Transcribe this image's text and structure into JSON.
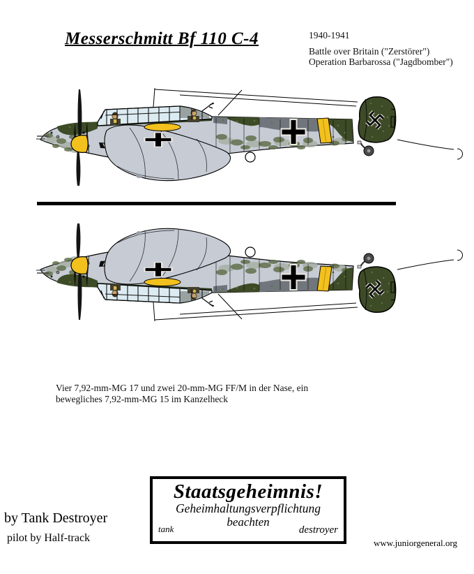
{
  "header": {
    "title": "Messerschmitt Bf 110 C-4",
    "period": "1940-1941",
    "campaigns": [
      "Battle over Britain (\"Zerstörer\")",
      "Operation Barbarossa (\"Jagdbomber\")"
    ]
  },
  "aircraft": {
    "description": "Messerschmitt Bf 110 C-4 side profile, nose left",
    "views": [
      "upper profile",
      "vertically mirrored lower profile (fold-over paper figure)"
    ],
    "markings": [
      "fuselage balkenkreuz",
      "underwing balkenkreuz on nacelle",
      "tail hakenkreuz",
      "yellow fuselage band",
      "yellow spinner"
    ],
    "palette": {
      "camo_green": "#3e4b27",
      "speckle_green": "#5d7340",
      "mottle_green": "#62704c",
      "light_gray": "#c6cbd4",
      "mid_gray": "#71767c",
      "id_yellow": "#f2c11d",
      "canopy_glass": "#dcebf1",
      "crew_tan": "#c9a168"
    }
  },
  "armament_note": {
    "line1": "Vier 7,92-mm-MG 17 und zwei 20-mm-MG FF/M in der Nase, ein",
    "line2": "bewegliches 7,92-mm-MG 15 im Kanzelheck"
  },
  "stamp": {
    "headline": "Staatsgeheimnis!",
    "line2": "Geheimhaltungsverpflichtung",
    "line3": "beachten",
    "bottom_left": "tank",
    "bottom_right": "destroyer"
  },
  "credits": {
    "by": "by Tank Destroyer",
    "pilot": "pilot by Half-track"
  },
  "website": "www.juniorgeneral.org"
}
